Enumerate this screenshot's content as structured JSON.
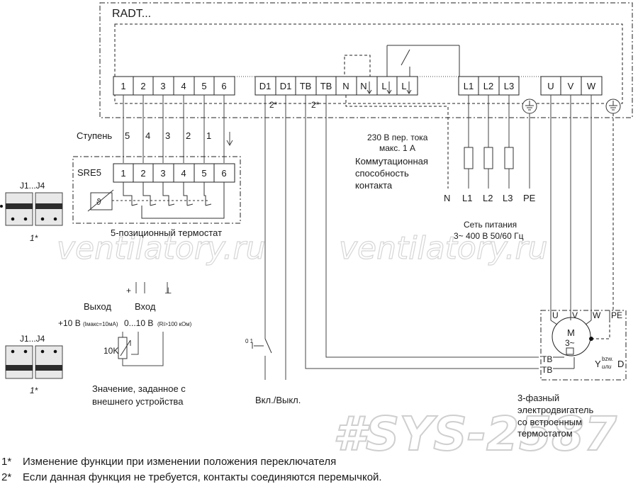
{
  "controller": {
    "title": "RADT...",
    "terminals": [
      "1",
      "2",
      "3",
      "4",
      "5",
      "6",
      "D1",
      "D1",
      "TB",
      "TB",
      "N",
      "N",
      "L",
      "L",
      "L1",
      "L2",
      "L3",
      "U",
      "V",
      "W"
    ],
    "note_d1": "2*",
    "note_tb": "2*"
  },
  "stages": {
    "label": "Ступень",
    "numbers": [
      "5",
      "4",
      "3",
      "2",
      "1"
    ]
  },
  "thermostat": {
    "name": "SRE5",
    "terminals": [
      "1",
      "2",
      "3",
      "4",
      "5",
      "6"
    ],
    "caption": "5-позиционный термостат"
  },
  "contact": {
    "line1": "230 В пер. тока",
    "line2": "макс. 1 А",
    "line3": "Коммутационная",
    "line4": "способность",
    "line5": "контакта"
  },
  "supply": {
    "terminals": [
      "N",
      "L1",
      "L2",
      "L3",
      "PE"
    ],
    "line1": "Сеть питания",
    "line2": "3~ 400 В  50/60 Гц"
  },
  "jumpers": {
    "label": "J1...J4",
    "note": "1*"
  },
  "external": {
    "out_label": "Выход",
    "in_label": "Вход",
    "out_value": "+10 В",
    "out_sub": "(Iмакс=10мА)",
    "in_value": "0...10 В",
    "in_sub": "(Ri>100 кОм)",
    "plus": "+",
    "ground": "⊥",
    "pot": "10K",
    "caption1": "Значение, заданное с",
    "caption2": "внешнего устройства"
  },
  "switch": {
    "marks": "0 1",
    "caption": "Вкл./Выкл."
  },
  "motor": {
    "terminals": [
      "U",
      "V",
      "W",
      "PE"
    ],
    "symbol": "M",
    "phase": "3~",
    "tb1": "TB",
    "tb2": "TB",
    "star": "Y",
    "star_or": "bzw.",
    "star_or2": "или",
    "delta": "D",
    "caption1": "3-фазный",
    "caption2": "электродвигатель",
    "caption3": "со встроенным",
    "caption4": "термостатом"
  },
  "footnotes": [
    {
      "mark": "1*",
      "text": "Изменение функции при изменении положения переключателя"
    },
    {
      "mark": "2*",
      "text": "Если данная функция не требуется, контакты соединяются перемычкой."
    }
  ],
  "watermark": {
    "text": "ventilatory.ru",
    "code": "#SYS-2587"
  }
}
